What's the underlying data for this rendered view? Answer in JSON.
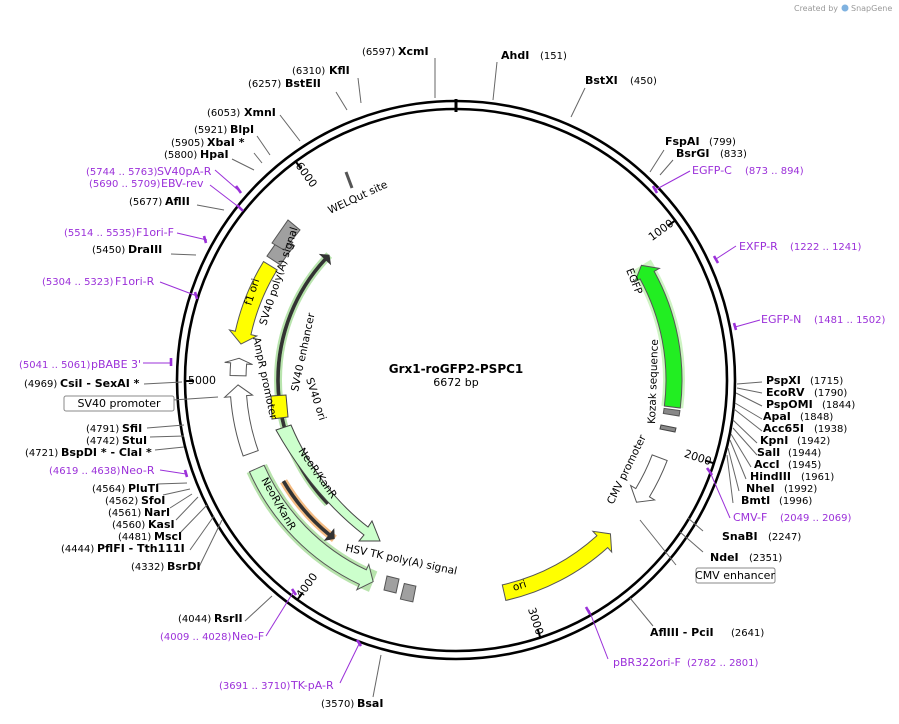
{
  "plasmid": {
    "name": "Grx1-roGFP2-PSPC1",
    "length_label": "6672 bp",
    "length": 6672
  },
  "credit": {
    "text": "Created by",
    "brand": "SnapGene"
  },
  "ticks": [
    {
      "bp": 1000,
      "label": "1000"
    },
    {
      "bp": 2000,
      "label": "2000"
    },
    {
      "bp": 3000,
      "label": "3000"
    },
    {
      "bp": 4000,
      "label": "4000"
    },
    {
      "bp": 5000,
      "label": "5000"
    },
    {
      "bp": 6000,
      "label": "6000"
    }
  ],
  "features": [
    {
      "id": "welqut",
      "label": "WELQut site",
      "start": 4190,
      "end": 5830,
      "dir": "cw",
      "r": 178,
      "color": "#ffffff",
      "highlight": "#9ad88a",
      "thin": true
    },
    {
      "id": "egfp",
      "label": "EGFP",
      "start": 1080,
      "end": 1800,
      "dir": "ccw",
      "r": 218,
      "color": "#22ee22",
      "highlight": "#b8f0a8"
    },
    {
      "id": "kozak",
      "label": "Kozak sequence",
      "start": 1812,
      "end": 1838,
      "dir": "none",
      "r": 218,
      "color": "#888888"
    },
    {
      "id": "cmv-promoter",
      "label": "CMV promoter",
      "start": 2055,
      "end": 2300,
      "dir": "cw",
      "r": 218,
      "color": "#ffffff"
    },
    {
      "id": "ori",
      "label": "ori",
      "start": 2500,
      "end": 3100,
      "dir": "ccw",
      "r": 218,
      "color": "#ffff00"
    },
    {
      "id": "hsv-tk",
      "label": "HSV TK poly(A) signal",
      "start": 3540,
      "end": 3600,
      "dir": "none",
      "r": 218,
      "color": "#a0a0a0"
    },
    {
      "id": "neor-outer",
      "label": "NeoR/KanR",
      "start": 3750,
      "end": 4560,
      "dir": "ccw",
      "r": 218,
      "color": "#ccffcc",
      "highlight": "#9ad88a"
    },
    {
      "id": "orange",
      "label": "",
      "start": 4030,
      "end": 4440,
      "dir": "ccw",
      "r": 200,
      "color": "#ffffff",
      "highlight": "#f0a050",
      "thin": true
    },
    {
      "id": "ampr-promoter",
      "label": "AmpR promoter",
      "start": 4640,
      "end": 4980,
      "dir": "cw",
      "r": 218,
      "color": "#ffffff"
    },
    {
      "id": "ampr-small",
      "label": "",
      "start": 5025,
      "end": 5110,
      "dir": "cw",
      "r": 218,
      "color": "#ffffff"
    },
    {
      "id": "f1-ori",
      "label": "f1 ori",
      "start": 5180,
      "end": 5590,
      "dir": "ccw",
      "r": 218,
      "color": "#ffff00"
    },
    {
      "id": "sv40-polya",
      "label": "SV40 poly(A) signal",
      "start": 5620,
      "end": 5740,
      "dir": "none",
      "r": 218,
      "color": "#a0a0a0"
    }
  ],
  "inner_features": [
    {
      "id": "sv40-ori",
      "label": "SV40 ori",
      "color": "#ffff00"
    },
    {
      "id": "sv40-enhancer",
      "label": "SV40 enhancer"
    },
    {
      "id": "neor-inner",
      "label": "NeoR/KanR",
      "color": "#ccffcc"
    }
  ],
  "boxed_labels": [
    {
      "id": "sv40-promoter-box",
      "label": "SV40 promoter"
    },
    {
      "id": "cmv-enhancer-box",
      "label": "CMV enhancer"
    }
  ],
  "sites": [
    {
      "name": "XcmI",
      "pos": "(6597)"
    },
    {
      "name": "AhdI",
      "pos": "(151)"
    },
    {
      "name": "BstXI",
      "pos": "(450)"
    },
    {
      "name": "KflI",
      "pos": "(6310)"
    },
    {
      "name": "BstEII",
      "pos": "(6257)"
    },
    {
      "name": "XmnI",
      "pos": "(6053)"
    },
    {
      "name": "BlpI",
      "pos": "(5921)"
    },
    {
      "name": "XbaI *",
      "pos": "(5905)"
    },
    {
      "name": "HpaI",
      "pos": "(5800)"
    },
    {
      "name": "AflII",
      "pos": "(5677)"
    },
    {
      "name": "DraIII",
      "pos": "(5450)"
    },
    {
      "name": "FspAI",
      "pos": "(799)"
    },
    {
      "name": "BsrGI",
      "pos": "(833)"
    },
    {
      "name": "PspXI",
      "pos": "(1715)"
    },
    {
      "name": "EcoRV",
      "pos": "(1790)"
    },
    {
      "name": "PspOMI",
      "pos": "(1844)"
    },
    {
      "name": "ApaI",
      "pos": "(1848)"
    },
    {
      "name": "Acc65I",
      "pos": "(1938)"
    },
    {
      "name": "KpnI",
      "pos": "(1942)"
    },
    {
      "name": "SalI",
      "pos": "(1944)"
    },
    {
      "name": "AccI",
      "pos": "(1945)"
    },
    {
      "name": "HindIII",
      "pos": "(1961)"
    },
    {
      "name": "NheI",
      "pos": "(1992)"
    },
    {
      "name": "BmtI",
      "pos": "(1996)"
    },
    {
      "name": "SnaBI",
      "pos": "(2247)"
    },
    {
      "name": "NdeI",
      "pos": "(2351)"
    },
    {
      "name": "AflIII - PciI",
      "pos": "(2641)"
    },
    {
      "name": "BsaI",
      "pos": "(3570)"
    },
    {
      "name": "RsrII",
      "pos": "(4044)"
    },
    {
      "name": "BsrDI",
      "pos": "(4332)"
    },
    {
      "name": "PflFI - Tth111I",
      "pos": "(4444)"
    },
    {
      "name": "MscI",
      "pos": "(4481)"
    },
    {
      "name": "KasI",
      "pos": "(4560)"
    },
    {
      "name": "NarI",
      "pos": "(4561)"
    },
    {
      "name": "SfoI",
      "pos": "(4562)"
    },
    {
      "name": "PluTI",
      "pos": "(4564)"
    },
    {
      "name": "BspDI * - ClaI *",
      "pos": "(4721)"
    },
    {
      "name": "StuI",
      "pos": "(4742)"
    },
    {
      "name": "SfiI",
      "pos": "(4791)"
    },
    {
      "name": "CsiI - SexAI *",
      "pos": "(4969)"
    }
  ],
  "primers": [
    {
      "name": "SV40pA-R",
      "pos": "(5744 .. 5763)"
    },
    {
      "name": "EBV-rev",
      "pos": "(5690 .. 5709)"
    },
    {
      "name": "F1ori-F",
      "pos": "(5514 .. 5535)"
    },
    {
      "name": "F1ori-R",
      "pos": "(5304 .. 5323)"
    },
    {
      "name": "pBABE 3'",
      "pos": "(5041 .. 5061)"
    },
    {
      "name": "Neo-R",
      "pos": "(4619 .. 4638)"
    },
    {
      "name": "Neo-F",
      "pos": "(4009 .. 4028)"
    },
    {
      "name": "TK-pA-R",
      "pos": "(3691 .. 3710)"
    },
    {
      "name": "pBR322ori-F",
      "pos": "(2782 .. 2801)"
    },
    {
      "name": "CMV-F",
      "pos": "(2049 .. 2069)"
    },
    {
      "name": "EGFP-N",
      "pos": "(1481 .. 1502)"
    },
    {
      "name": "EXFP-R",
      "pos": "(1222 .. 1241)"
    },
    {
      "name": "EGFP-C",
      "pos": "(873 .. 894)"
    }
  ],
  "colors": {
    "primer": "#9b30d9",
    "backbone": "#000000",
    "green_highlight": "#9ad88a",
    "orange_highlight": "#f0a050"
  }
}
